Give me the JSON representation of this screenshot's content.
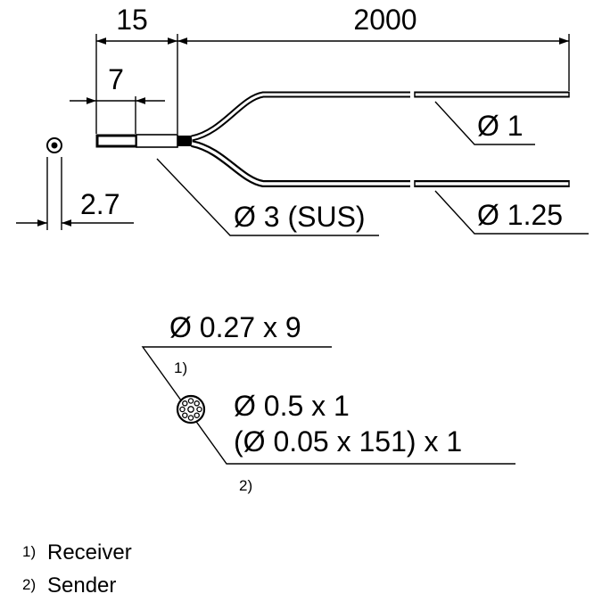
{
  "dimensions": {
    "total_length_top": "15",
    "cable_length": "2000",
    "tip_length": "7",
    "end_view_width": "2.7",
    "receiver_cable_diameter": "Ø 1",
    "sender_cable_diameter": "Ø 1.25",
    "sleeve_diameter": "Ø 3 (SUS)"
  },
  "cross_section": {
    "label_receiver_spec": "Ø 0.27 x 9",
    "label_sender_core": "Ø 0.5 x 1",
    "label_sender_fibers": "(Ø 0.05 x 151) x 1",
    "marker_1": "1)",
    "marker_2": "2)"
  },
  "legend": [
    {
      "marker": "1)",
      "label": "Receiver"
    },
    {
      "marker": "2)",
      "label": "Sender"
    }
  ]
}
